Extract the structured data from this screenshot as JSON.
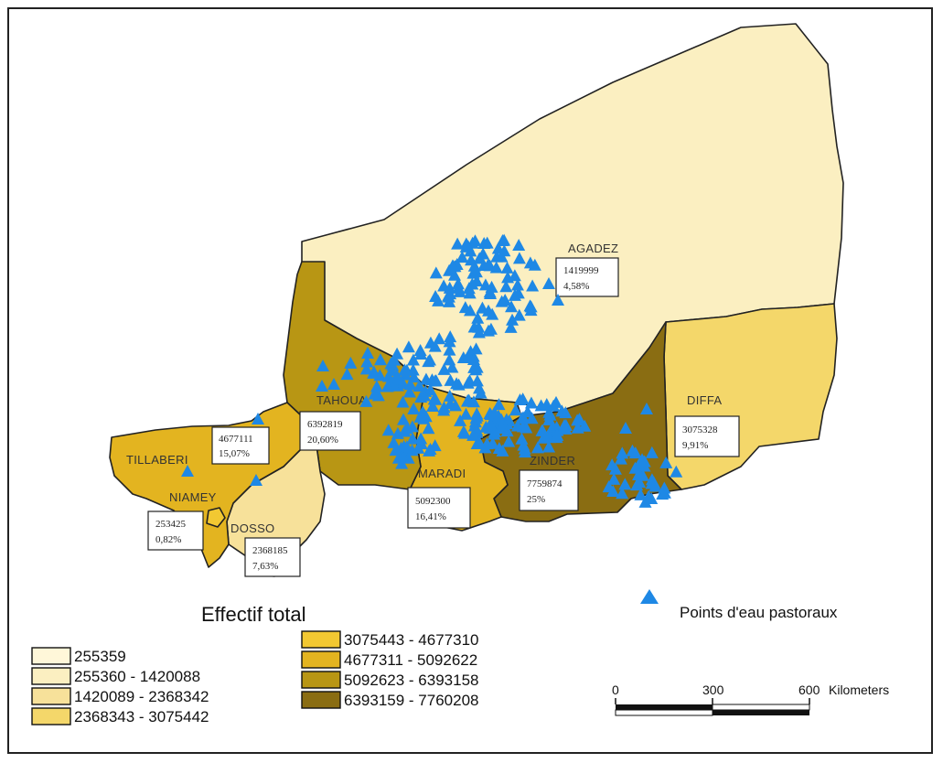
{
  "colors": {
    "c1": "#fff7d9",
    "c2": "#fbefc1",
    "c3": "#f7e19a",
    "c4": "#f4d76a",
    "c5": "#f2c832",
    "c6": "#e3b420",
    "c7": "#b89614",
    "c8": "#8a6d12",
    "points": "#1e88e5"
  },
  "regions": [
    {
      "name": "AGADEZ",
      "value": "1419999",
      "percent": "4,58%",
      "class": 2
    },
    {
      "name": "TAHOUA",
      "value": "6392819",
      "percent": "20,60%",
      "class": 7
    },
    {
      "name": "TILLABERI",
      "value": "4677111",
      "percent": "15,07%",
      "class": 6
    },
    {
      "name": "NIAMEY",
      "value": "253425",
      "percent": "0,82%",
      "class": 5
    },
    {
      "name": "DOSSO",
      "value": "2368185",
      "percent": "7,63%",
      "class": 3
    },
    {
      "name": "MARADI",
      "value": "5092300",
      "percent": "16,41%",
      "class": 6
    },
    {
      "name": "ZINDER",
      "value": "7759874",
      "percent": "25%",
      "class": 8
    },
    {
      "name": "DIFFA",
      "value": "3075328",
      "percent": "9,91%",
      "class": 4
    }
  ],
  "legend": {
    "title": "Effectif total",
    "classes": [
      {
        "label": "255359",
        "color": "#fff7d9"
      },
      {
        "label": "255360 - 1420088",
        "color": "#fbefc1"
      },
      {
        "label": "1420089 - 2368342",
        "color": "#f7e19a"
      },
      {
        "label": "2368343 - 3075442",
        "color": "#f4d76a"
      },
      {
        "label": "3075443 - 4677310",
        "color": "#f2c832"
      },
      {
        "label": "4677311 - 5092622",
        "color": "#e3b420"
      },
      {
        "label": "5092623 - 6393158",
        "color": "#b89614"
      },
      {
        "label": "6393159 - 7760208",
        "color": "#8a6d12"
      }
    ],
    "points_label": "Points d'eau pastoraux"
  },
  "scale": {
    "ticks": [
      "0",
      "300",
      "600"
    ],
    "unit": "Kilometers"
  }
}
